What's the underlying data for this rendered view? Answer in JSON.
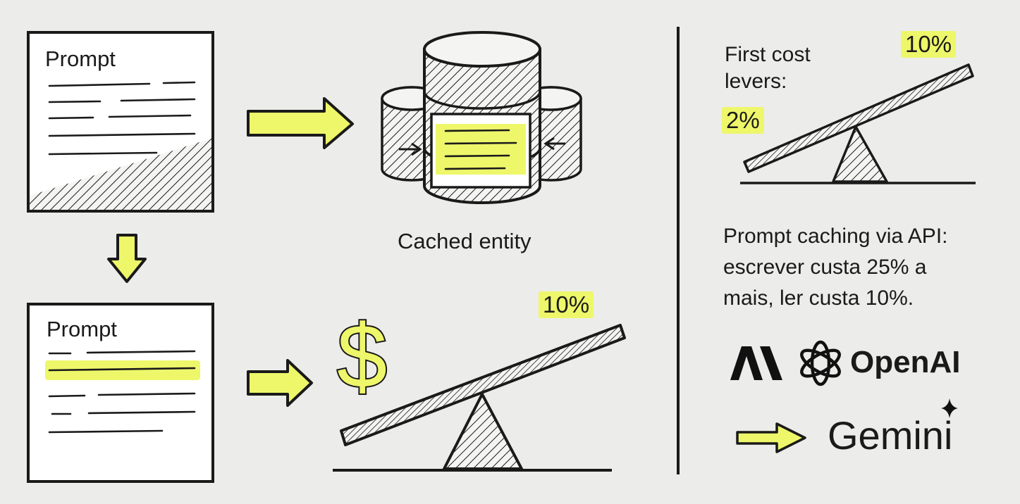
{
  "prompt_card_top": {
    "title": "Prompt"
  },
  "prompt_card_bottom": {
    "title": "Prompt"
  },
  "cache": {
    "label": "Cached entity"
  },
  "seesaw_main": {
    "percent_label": "10%"
  },
  "side_panel": {
    "heading_line1": "First cost",
    "heading_line2": "levers:",
    "low_label": "2%",
    "high_label": "10%",
    "note_line1": "Prompt caching via API:",
    "note_line2": "escrever custa 25% a",
    "note_line3": "mais, ler custa 10%."
  },
  "brands": {
    "anthropic": "A\\",
    "openai": "OpenAI",
    "gemini": "Gemini"
  },
  "icons": [
    "document-icon",
    "arrow-right-icon",
    "arrow-down-icon",
    "database-icon",
    "dollar-icon",
    "seesaw-icon",
    "openai-logo-icon",
    "sparkle-icon"
  ],
  "colors": {
    "highlight": "#eef76a",
    "ink": "#1a1a1a",
    "paper": "#ffffff",
    "background": "#ececea"
  }
}
